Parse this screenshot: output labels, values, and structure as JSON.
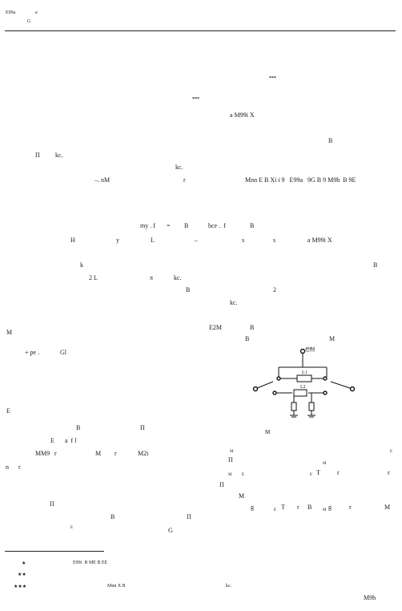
{
  "header": {
    "journal": "E99a",
    "journal_a": "a",
    "issue": "G"
  },
  "marks": {
    "three_star": "***",
    "two_star": "**",
    "one_star": "★",
    "two_star_b": "★★",
    "three_star_b": "★★★"
  },
  "body": {
    "l1": "a M99i X",
    "l2_right": "B",
    "l3a": "Π",
    "l3b": "kc.",
    "l4": "kc.",
    "l5a": "–. nM",
    "l5b": "r",
    "l5c": "Mnn E B Xi i 9   E99a   9G B 9 M9h  B 9E",
    "l6a": "my . f",
    "l6b": "=",
    "l6c": "B",
    "l6d": "bce .  f",
    "l6e": "B",
    "l7a": "H",
    "l7b": "y",
    "l7c": "L",
    "l7d": "–",
    "l7e": "s",
    "l7f": "s",
    "l7g": "a M99i X",
    "l8a": "k",
    "l8b": "B",
    "l9a": "2 L",
    "l9b": "π",
    "l9c": "kc.",
    "l10a": "B",
    "l10b": "2",
    "l11": "kc.",
    "l12a": "E2M",
    "l12b": "B",
    "l13a": "M",
    "l13b": "B",
    "l13c": "M",
    "l14a": "+ pe .",
    "l14b": "Gl",
    "l15": "E",
    "l16a": "B",
    "l16b": "Π",
    "l17a": "E",
    "l17b": "a  f l",
    "l18a": "MM9",
    "l18b": "r",
    "l18c": "M",
    "l18d": "r",
    "l18e": "M2i",
    "l19a": "n",
    "l19b": "r",
    "l20": "Π",
    "l21a": "B",
    "l21b": "Π",
    "l22a": "E",
    "l22b": "G"
  },
  "right_col": {
    "m1": "M",
    "m2": "M",
    "m3": "E",
    "m4": "Π",
    "m5": "M",
    "m6a": "M",
    "m6b": "E",
    "m6c": "E",
    "m6d": "T",
    "m6e": "r",
    "m6f": "r",
    "m7": "Π",
    "m8": "M",
    "m9a": "g",
    "m9b": "E",
    "m9c": "T",
    "m9d": "r",
    "m9e": "B",
    "m9f": "M",
    "m9g": "g",
    "m9h": "r",
    "m9i": "M"
  },
  "circuit": {
    "top_label": "控制",
    "l1_label": "L1",
    "l2_label": "L2"
  },
  "footnotes": {
    "f1": "E99i  B ME B EE",
    "f3a": "Mnn X B",
    "f3b": "kc.",
    "page": "M9h"
  }
}
